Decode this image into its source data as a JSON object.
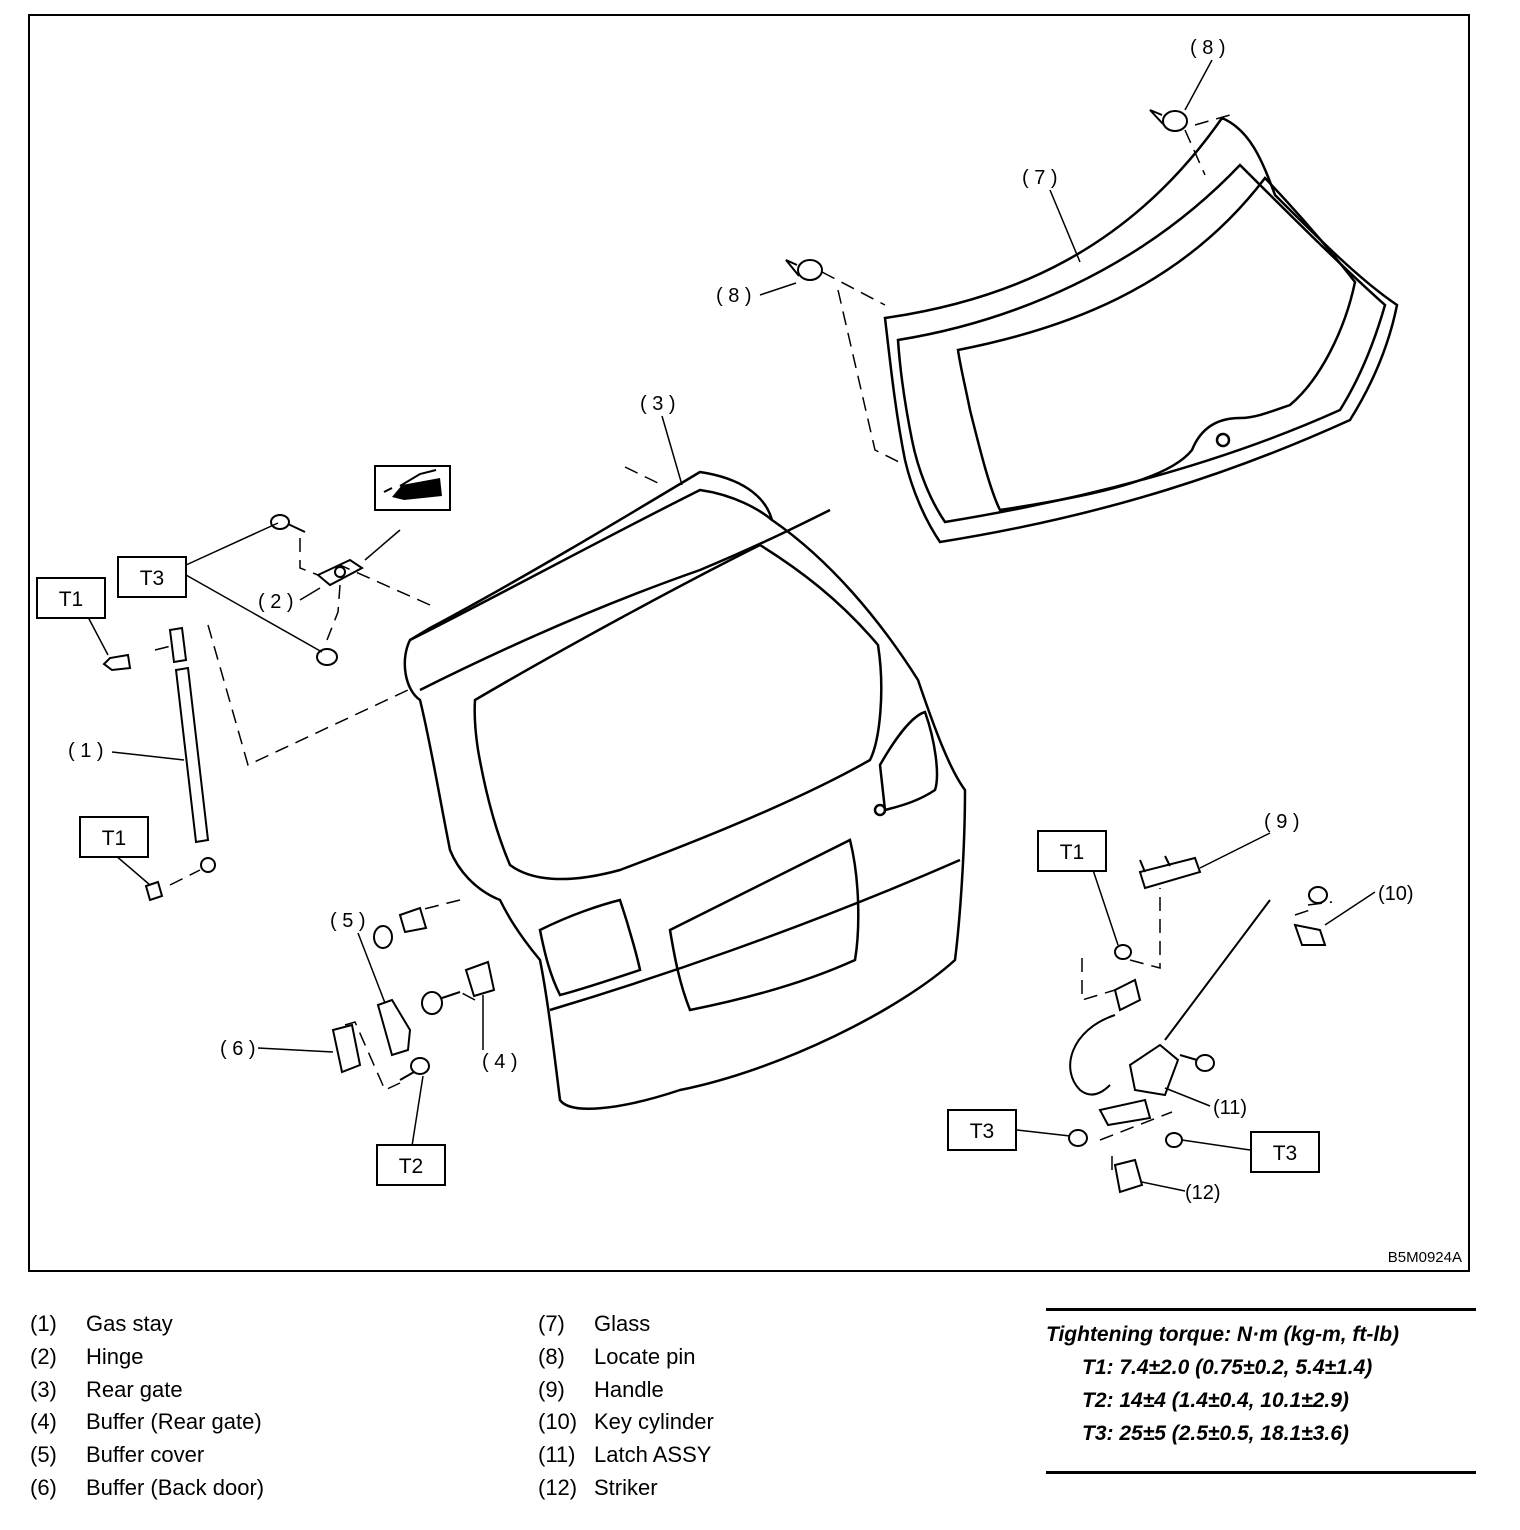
{
  "figure_code": "B5M0924A",
  "callouts": {
    "c1": "( 1 )",
    "c2": "( 2 )",
    "c3": "( 3 )",
    "c4": "( 4 )",
    "c5": "( 5 )",
    "c6": "( 6 )",
    "c7": "( 7 )",
    "c8a": "( 8 )",
    "c8b": "( 8 )",
    "c9": "( 9 )",
    "c10": "(10)",
    "c11": "(11)",
    "c12": "(12)"
  },
  "torque_boxes": {
    "t1a": "T1",
    "t1b": "T1",
    "t1c": "T1",
    "t2": "T2",
    "t3a": "T3",
    "t3b": "T3",
    "t3c": "T3"
  },
  "legend": {
    "left": [
      {
        "num": "(1)",
        "name": "Gas stay"
      },
      {
        "num": "(2)",
        "name": "Hinge"
      },
      {
        "num": "(3)",
        "name": "Rear gate"
      },
      {
        "num": "(4)",
        "name": "Buffer (Rear gate)"
      },
      {
        "num": "(5)",
        "name": "Buffer cover"
      },
      {
        "num": "(6)",
        "name": "Buffer (Back door)"
      }
    ],
    "right": [
      {
        "num": "(7)",
        "name": "Glass"
      },
      {
        "num": "(8)",
        "name": "Locate pin"
      },
      {
        "num": "(9)",
        "name": "Handle"
      },
      {
        "num": "(10)",
        "name": "Key cylinder"
      },
      {
        "num": "(11)",
        "name": "Latch ASSY"
      },
      {
        "num": "(12)",
        "name": "Striker"
      }
    ]
  },
  "torque_spec": {
    "title": "Tightening torque: N·m (kg-m, ft-lb)",
    "t1": "T1:  7.4±2.0 (0.75±0.2, 5.4±1.4)",
    "t2": "T2:  14±4 (1.4±0.4, 10.1±2.9)",
    "t3": "T3:  25±5 (2.5±0.5, 18.1±3.6)"
  }
}
